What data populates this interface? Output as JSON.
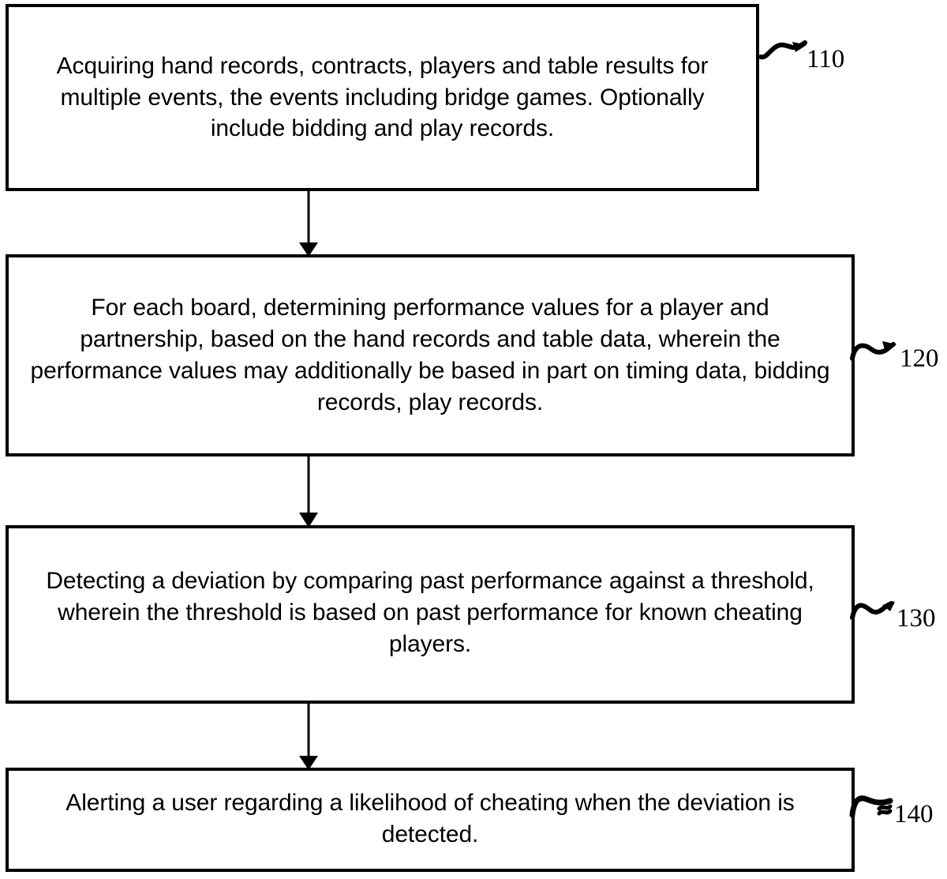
{
  "diagram": {
    "type": "patent-method-flowchart",
    "title": "Bridge game cheating detection method flowchart",
    "background_color": "#ffffff",
    "line_color": "#000000",
    "steps": [
      {
        "ref": "110",
        "ref_label": "110",
        "text": "Acquiring hand records, contracts, players and table results for multiple events, the events including bridge games. Optionally include bidding and play records."
      },
      {
        "ref": "120",
        "ref_label": "120",
        "text": "For each board, determining performance values for a player and partnership, based on the hand records and table data, wherein the performance values may additionally be based in part on timing data, bidding records, play records."
      },
      {
        "ref": "130",
        "ref_label": "130",
        "text": "Detecting a deviation by comparing past performance against a threshold, wherein the threshold is based on past performance for known cheating players."
      },
      {
        "ref": "140",
        "ref_label": "140",
        "text": "Alerting a user regarding a likelihood of cheating when the deviation is detected."
      }
    ],
    "connectors": [
      {
        "from": "110",
        "to": "120",
        "shape": "down-arrow"
      },
      {
        "from": "120",
        "to": "130",
        "shape": "down-arrow"
      },
      {
        "from": "130",
        "to": "140",
        "shape": "down-arrow"
      }
    ]
  }
}
